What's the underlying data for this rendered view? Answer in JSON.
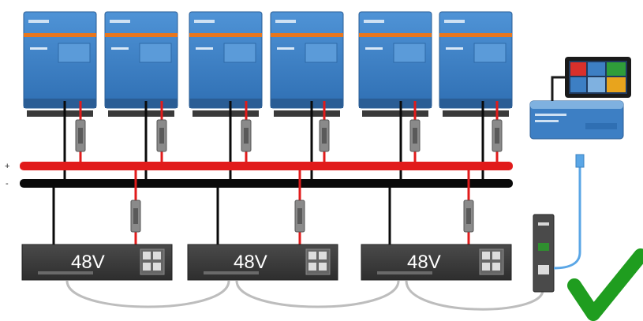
{
  "diagram": {
    "polarity": {
      "positive": "+",
      "negative": "-"
    },
    "batteries": [
      {
        "label": "48V"
      },
      {
        "label": "48V"
      },
      {
        "label": "48V"
      }
    ],
    "colors": {
      "positive_bus": "#e11b1b",
      "negative_bus": "#0a0a0a",
      "inverter_body": "#3d7fc4",
      "inverter_stripe": "#e8761d",
      "battery_body": "#3b3b3b",
      "network_cable": "#5aa6e6",
      "bms_cable": "#bdbdbd",
      "checkmark": "#1f9d1f"
    },
    "icons": {
      "inverter": "inverter-charger-icon",
      "fuse": "fuse-icon",
      "battery": "battery-icon",
      "gx_device": "gx-controller-icon",
      "touch_display": "touch-display-icon",
      "bms": "bms-module-icon",
      "status": "checkmark-icon"
    }
  }
}
